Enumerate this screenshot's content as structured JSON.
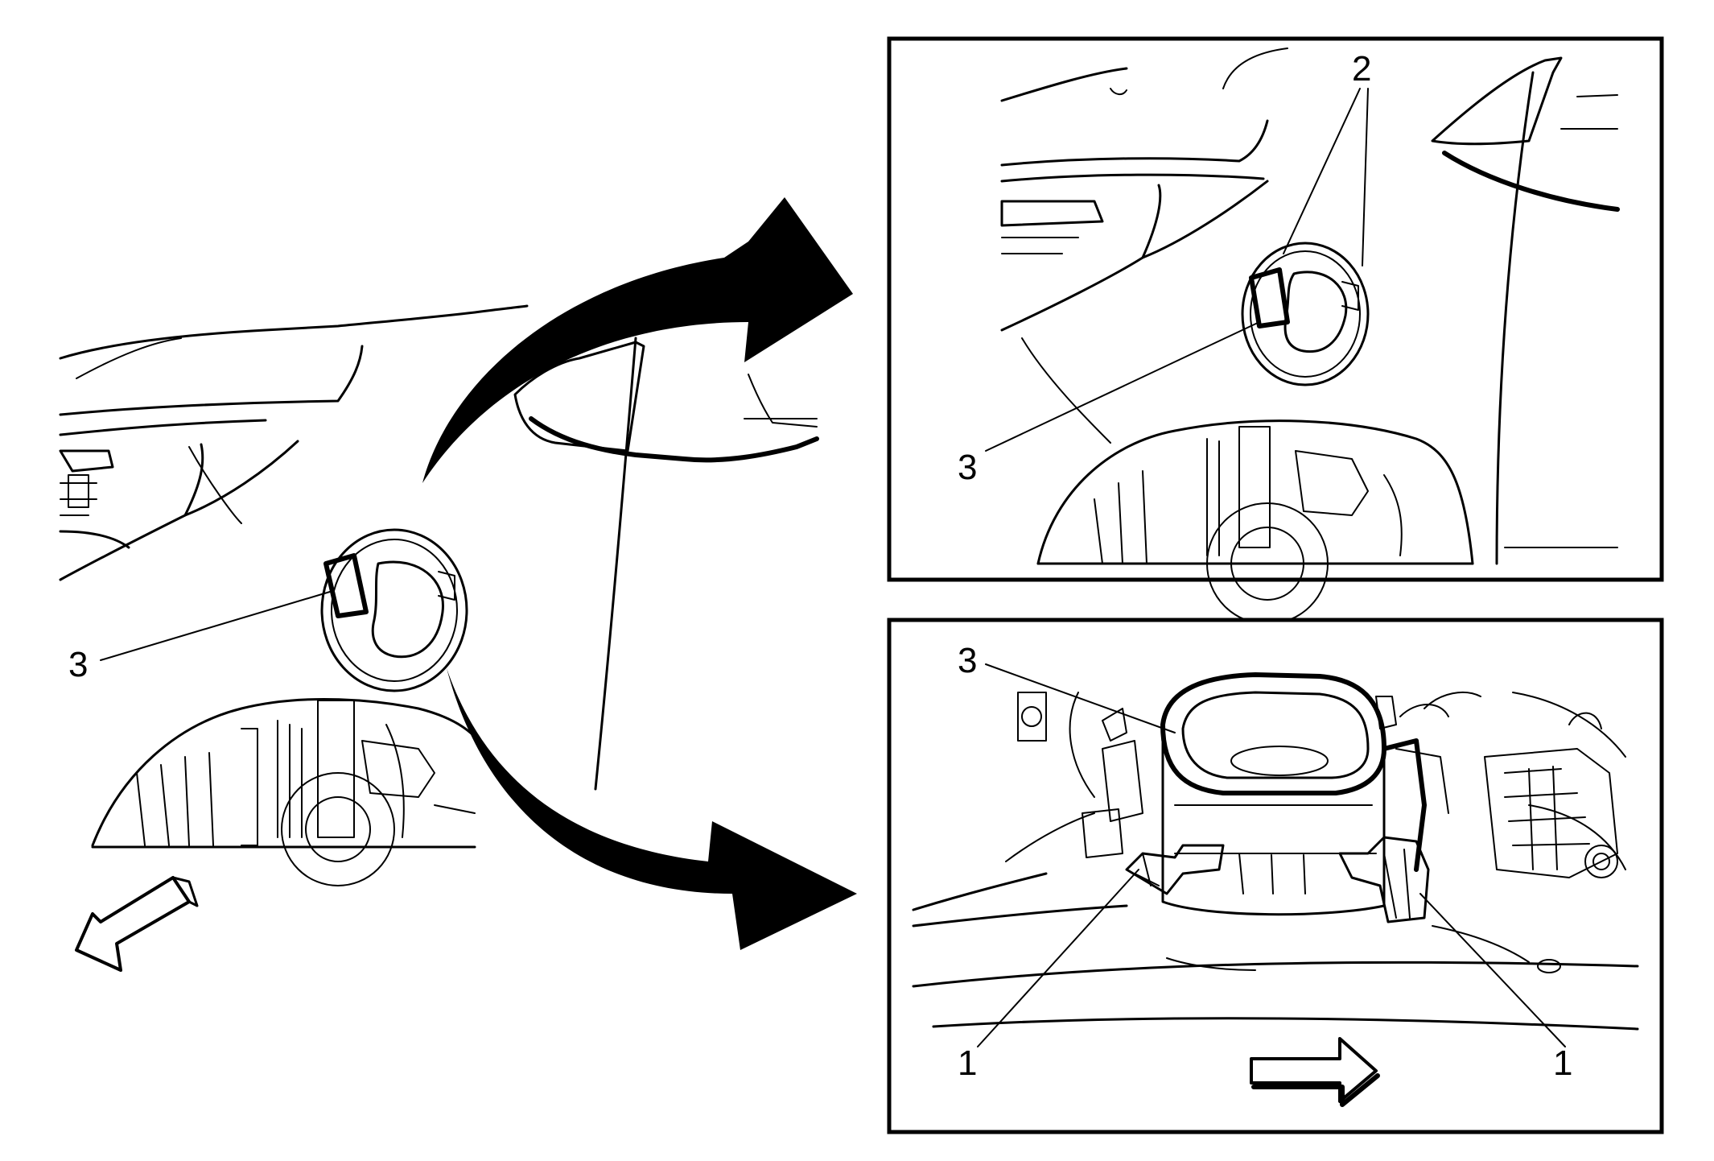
{
  "callouts": {
    "main_view_3": "3",
    "detail_top_2": "2",
    "detail_top_3": "3",
    "detail_bottom_3": "3",
    "detail_bottom_1_left": "1",
    "detail_bottom_1_right": "1"
  },
  "icons": {
    "arrow_upper": "curved-transition-arrow-icon",
    "arrow_lower": "curved-transition-arrow-icon",
    "forward_main": "vehicle-forward-direction-arrow-icon",
    "forward_detail": "vehicle-forward-direction-arrow-icon"
  },
  "colors": {
    "ink": "#000000",
    "paper": "#ffffff"
  }
}
